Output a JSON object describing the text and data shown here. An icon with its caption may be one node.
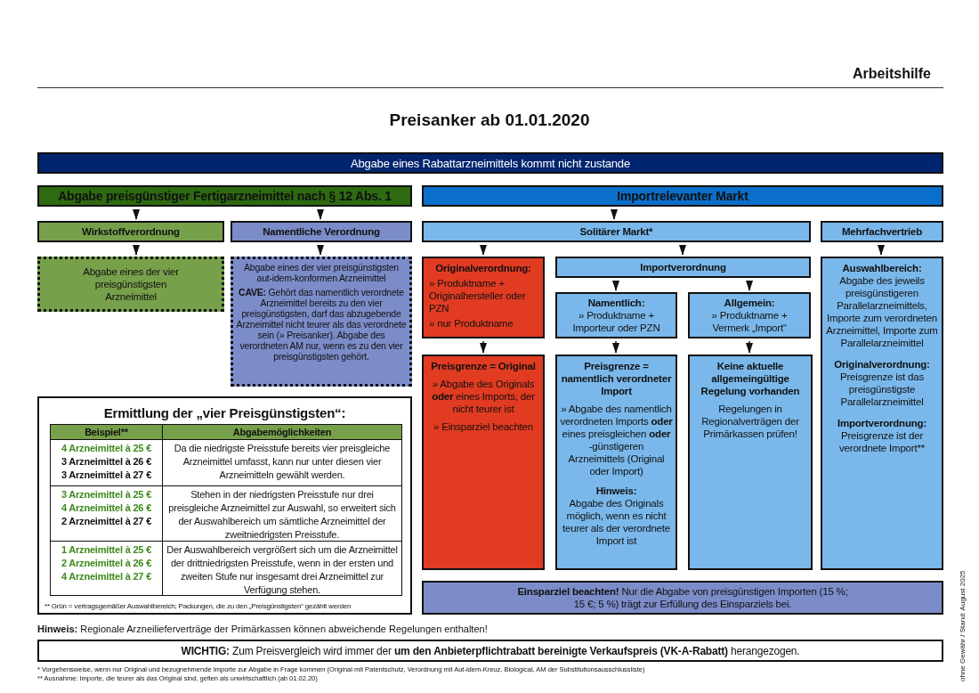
{
  "diagram": {
    "title": "Preisanker ab 01.01.2020",
    "nodes": [
      {
        "text": [
          "Abgabe eines Rabattarzneimittels kommt nicht zustande"
        ]
      },
      {
        "text": [
          "Abgabe preisgünstiger Fertigarzneimittel nach § 12 Abs. 1"
        ]
      },
      {
        "text": [
          "Importrelevanter Markt"
        ]
      },
      {
        "text": [
          "Wirkstoffverordnung"
        ]
      },
      {
        "text": [
          "Namentliche Verordnung"
        ]
      },
      {
        "text": [
          "Abgabe eines der vier preisgünstigsten Arzneimittel"
        ]
      },
      {
        "text": [
          "Abgabe eines der vier preisgünstigsten aut-idem-konformen Arzneimittel",
          "**CAVE:** Gehört das namentlich verordnete Arzneimittel bereits zu den vier preisgünstigsten, darf das abzugebende Arzneimittel nicht teurer als das verordnete sein (» Preisanker). Abgabe des verordneten AM nur, wenn es zu den vier preisgünstigsten gehört."
        ]
      },
      {
        "text": [
          "Solitärer Markt*"
        ]
      },
      {
        "text": [
          "Mehrfachvertrieb"
        ]
      },
      {
        "text": [
          "Originalverordnung:",
          "» Produktname + Originalhersteller oder PZN",
          "» nur Produktname"
        ]
      },
      {
        "text": [
          "Importverordnung"
        ]
      },
      {
        "text": [
          "Namentlich:",
          "» Produktname + Importeur oder PZN"
        ]
      },
      {
        "text": [
          "Allgemein:",
          "» Produktname + Vermerk „Import“"
        ]
      },
      {
        "text": [
          "Auswahlbereich:",
          "Abgabe des jeweils preisgünstigeren Parallelarzneimittels, Importe zum verordneten Arzneimittel, Importe zum Parallelarzneimittel",
          "Originalverordnung:",
          "Preisgrenze ist das preisgünstigste Parallelarzneimittel",
          "Importverordnung:",
          "Preisgrenze ist der verordnete Import**"
        ]
      },
      {
        "text": [
          "Preisgrenze = Original",
          "» Abgabe des Originals **oder** eines Imports, der nicht teurer ist",
          "» Einsparziel beachten"
        ]
      },
      {
        "text": [
          "Preisgrenze = namentlich verordneter Import",
          "» Abgabe des namentlich verordneten Imports **oder** eines preisgleichen **oder** -günstigeren Arzneimittels (Original oder Import)",
          "Hinweis:",
          "Abgabe des Originals möglich, wenn es nicht teurer als der verordnete Import ist"
        ]
      },
      {
        "text": [
          "Keine aktuelle allgemeingültige Regelung vorhanden",
          "Regelungen in Regionalverträgen der Primärkassen prüfen!"
        ]
      },
      {
        "text": [
          "**Einsparziel beachten!** Nur die Abgabe von preisgünstigen Importen (15 %; 15 €; 5 %) trägt zur Erfüllung des Einsparziels bei."
        ]
      },
      {
        "text": [
          "Ermittlung der „vier Preisgünstigsten“:",
          "** Grün = vertragsgemäßer Auswahlbereich; Packungen, die zu den „Preisgünstigsten“ gezählt werden"
        ]
      },
      {
        "text": [
          "**WICHTIG:** Zum Preisvergleich wird immer der **um den Anbieterpflichtrabatt bereinigte Verkaufspreis (VK-A-Rabatt)** herangezogen."
        ]
      }
    ],
    "edges": [
      {
        "from": 1,
        "to": 3,
        "arrow": "to"
      },
      {
        "from": 1,
        "to": 4,
        "arrow": "to"
      },
      {
        "from": 3,
        "to": 5,
        "arrow": "to"
      },
      {
        "from": 4,
        "to": 6,
        "arrow": "to"
      },
      {
        "from": 2,
        "to": 7,
        "arrow": "to"
      },
      {
        "from": 7,
        "to": 9,
        "arrow": "to"
      },
      {
        "from": 7,
        "to": 10,
        "arrow": "to"
      },
      {
        "from": 8,
        "to": 13,
        "arrow": "to"
      },
      {
        "from": 10,
        "to": 11,
        "arrow": "to"
      },
      {
        "from": 10,
        "to": 12,
        "arrow": "to"
      },
      {
        "from": 9,
        "to": 14,
        "arrow": "to"
      },
      {
        "from": 11,
        "to": 15,
        "arrow": "to"
      },
      {
        "from": 12,
        "to": 16,
        "arrow": "to"
      }
    ],
    "labels": [
      "Arbeitshilfe",
      "Beispiel**",
      "Abgabemöglichkeiten",
      "4 Arzneimittel à 25 €",
      "3 Arzneimittel à 26 €",
      "3 Arzneimittel à 27 €",
      "Da die niedrigste Preisstufe bereits vier preisgleiche Arzneimittel umfasst, kann nur unter diesen vier Arzneimitteln gewählt werden.",
      "3 Arzneimittel à 25 €",
      "4 Arzneimittel à 26 €",
      "2 Arzneimittel à 27 €",
      "Stehen in der niedrigsten Preisstufe nur drei preisgleiche Arzneimittel zur Auswahl, so erweitert sich der Auswahlbereich um sämtliche Arzneimittel der zweitniedrigsten Preisstufe.",
      "1 Arzneimittel à 25 €",
      "2 Arzneimittel à 26 €",
      "4 Arzneimittel à 27 €",
      "Der Auswahlbereich vergrößert sich um die Arzneimittel der drittniedrigsten Preisstufe, wenn in der ersten und zweiten Stufe nur insgesamt drei Arzneimittel zur Verfügung stehen.",
      "**Hinweis:** Regionale Arzneilieferverträge der Primärkassen können abweichende Regelungen enthalten!",
      "* Vorgehensweise, wenn nur Original und bezugnehmende Importe zur Abgabe in Frage kommen (Original mit Patentschutz, Verordnung mit Aut-idem-Kreuz, Biological, AM der Substitutionsausschlussliste)",
      "** Ausnahme: Importe, die teurer als das Original sind, gelten als unwirtschaftlich (ab 01.02.20)",
      "ohne Gewähr / Stand: August 2025"
    ]
  }
}
